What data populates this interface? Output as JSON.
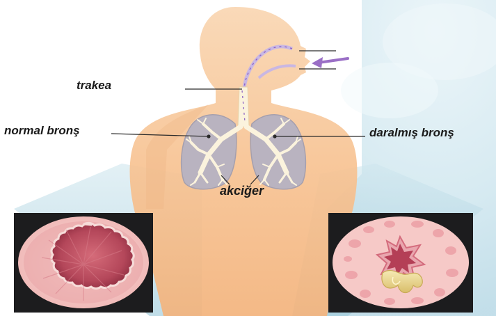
{
  "diagram": {
    "labels": {
      "trachea": "trakea",
      "normal_bronchus": "normal bronş",
      "narrowed_bronchus": "daralmış bronş",
      "lung": "akciğer"
    },
    "colors": {
      "body_skin": "#f7c79a",
      "body_shadow": "#efb483",
      "lung_fill": "#b9b3c0",
      "bronchi_fill": "#fbf3dd",
      "airflow_arrow": "#9a6fc6",
      "cross_section_frame": "#1c1c1e",
      "airway_wall": "#f0c3c3",
      "airway_lumen": "#b84a5c",
      "mucus": "#ead88f",
      "background_sky": "#d8ecf2"
    }
  }
}
